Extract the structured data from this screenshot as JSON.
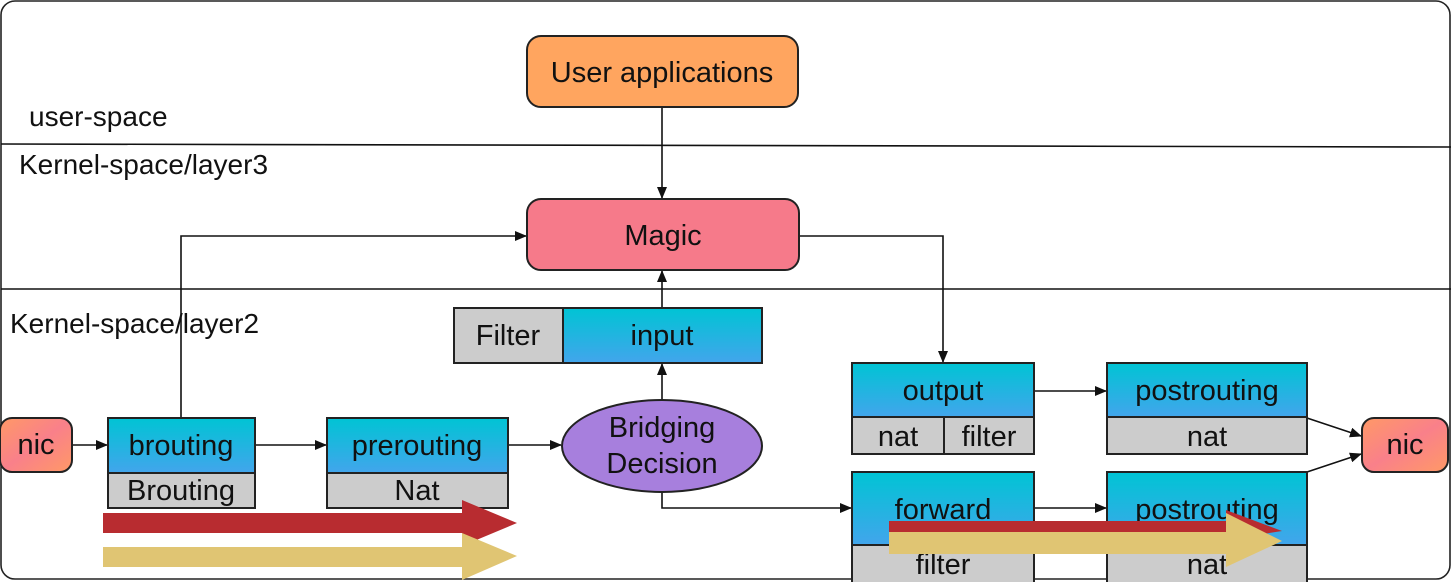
{
  "regions": {
    "user_space": "user-space",
    "kernel_layer3": "Kernel-space/layer3",
    "kernel_layer2": "Kernel-space/layer2"
  },
  "nodes": {
    "user_apps": "User applications",
    "magic": "Magic",
    "input": {
      "name": "input",
      "table": "Filter"
    },
    "bridging": [
      "Bridging",
      "Decision"
    ],
    "nic_in": "nic",
    "nic_out": "nic",
    "brouting": {
      "name": "brouting",
      "table": "Brouting"
    },
    "prerouting": {
      "name": "prerouting",
      "table": "Nat"
    },
    "output": {
      "name": "output",
      "tables": [
        "nat",
        "filter"
      ]
    },
    "postrouting_top": {
      "name": "postrouting",
      "table": "nat"
    },
    "forward": {
      "name": "forward",
      "table": "filter"
    },
    "postrouting_bottom": {
      "name": "postrouting",
      "table": "nat"
    }
  },
  "colors": {
    "user_apps": "#FFA55F",
    "magic": "#F67A8A",
    "hook_top": "#00C4D4",
    "hook_bottom": "#42A5EC",
    "table": "#CCCCCC",
    "bridging": "#A77FDD",
    "nic_a": "#FF9966",
    "nic_b": "#F9808A",
    "arrow_red": "#B82C30",
    "arrow_yellow": "#E0C573"
  }
}
